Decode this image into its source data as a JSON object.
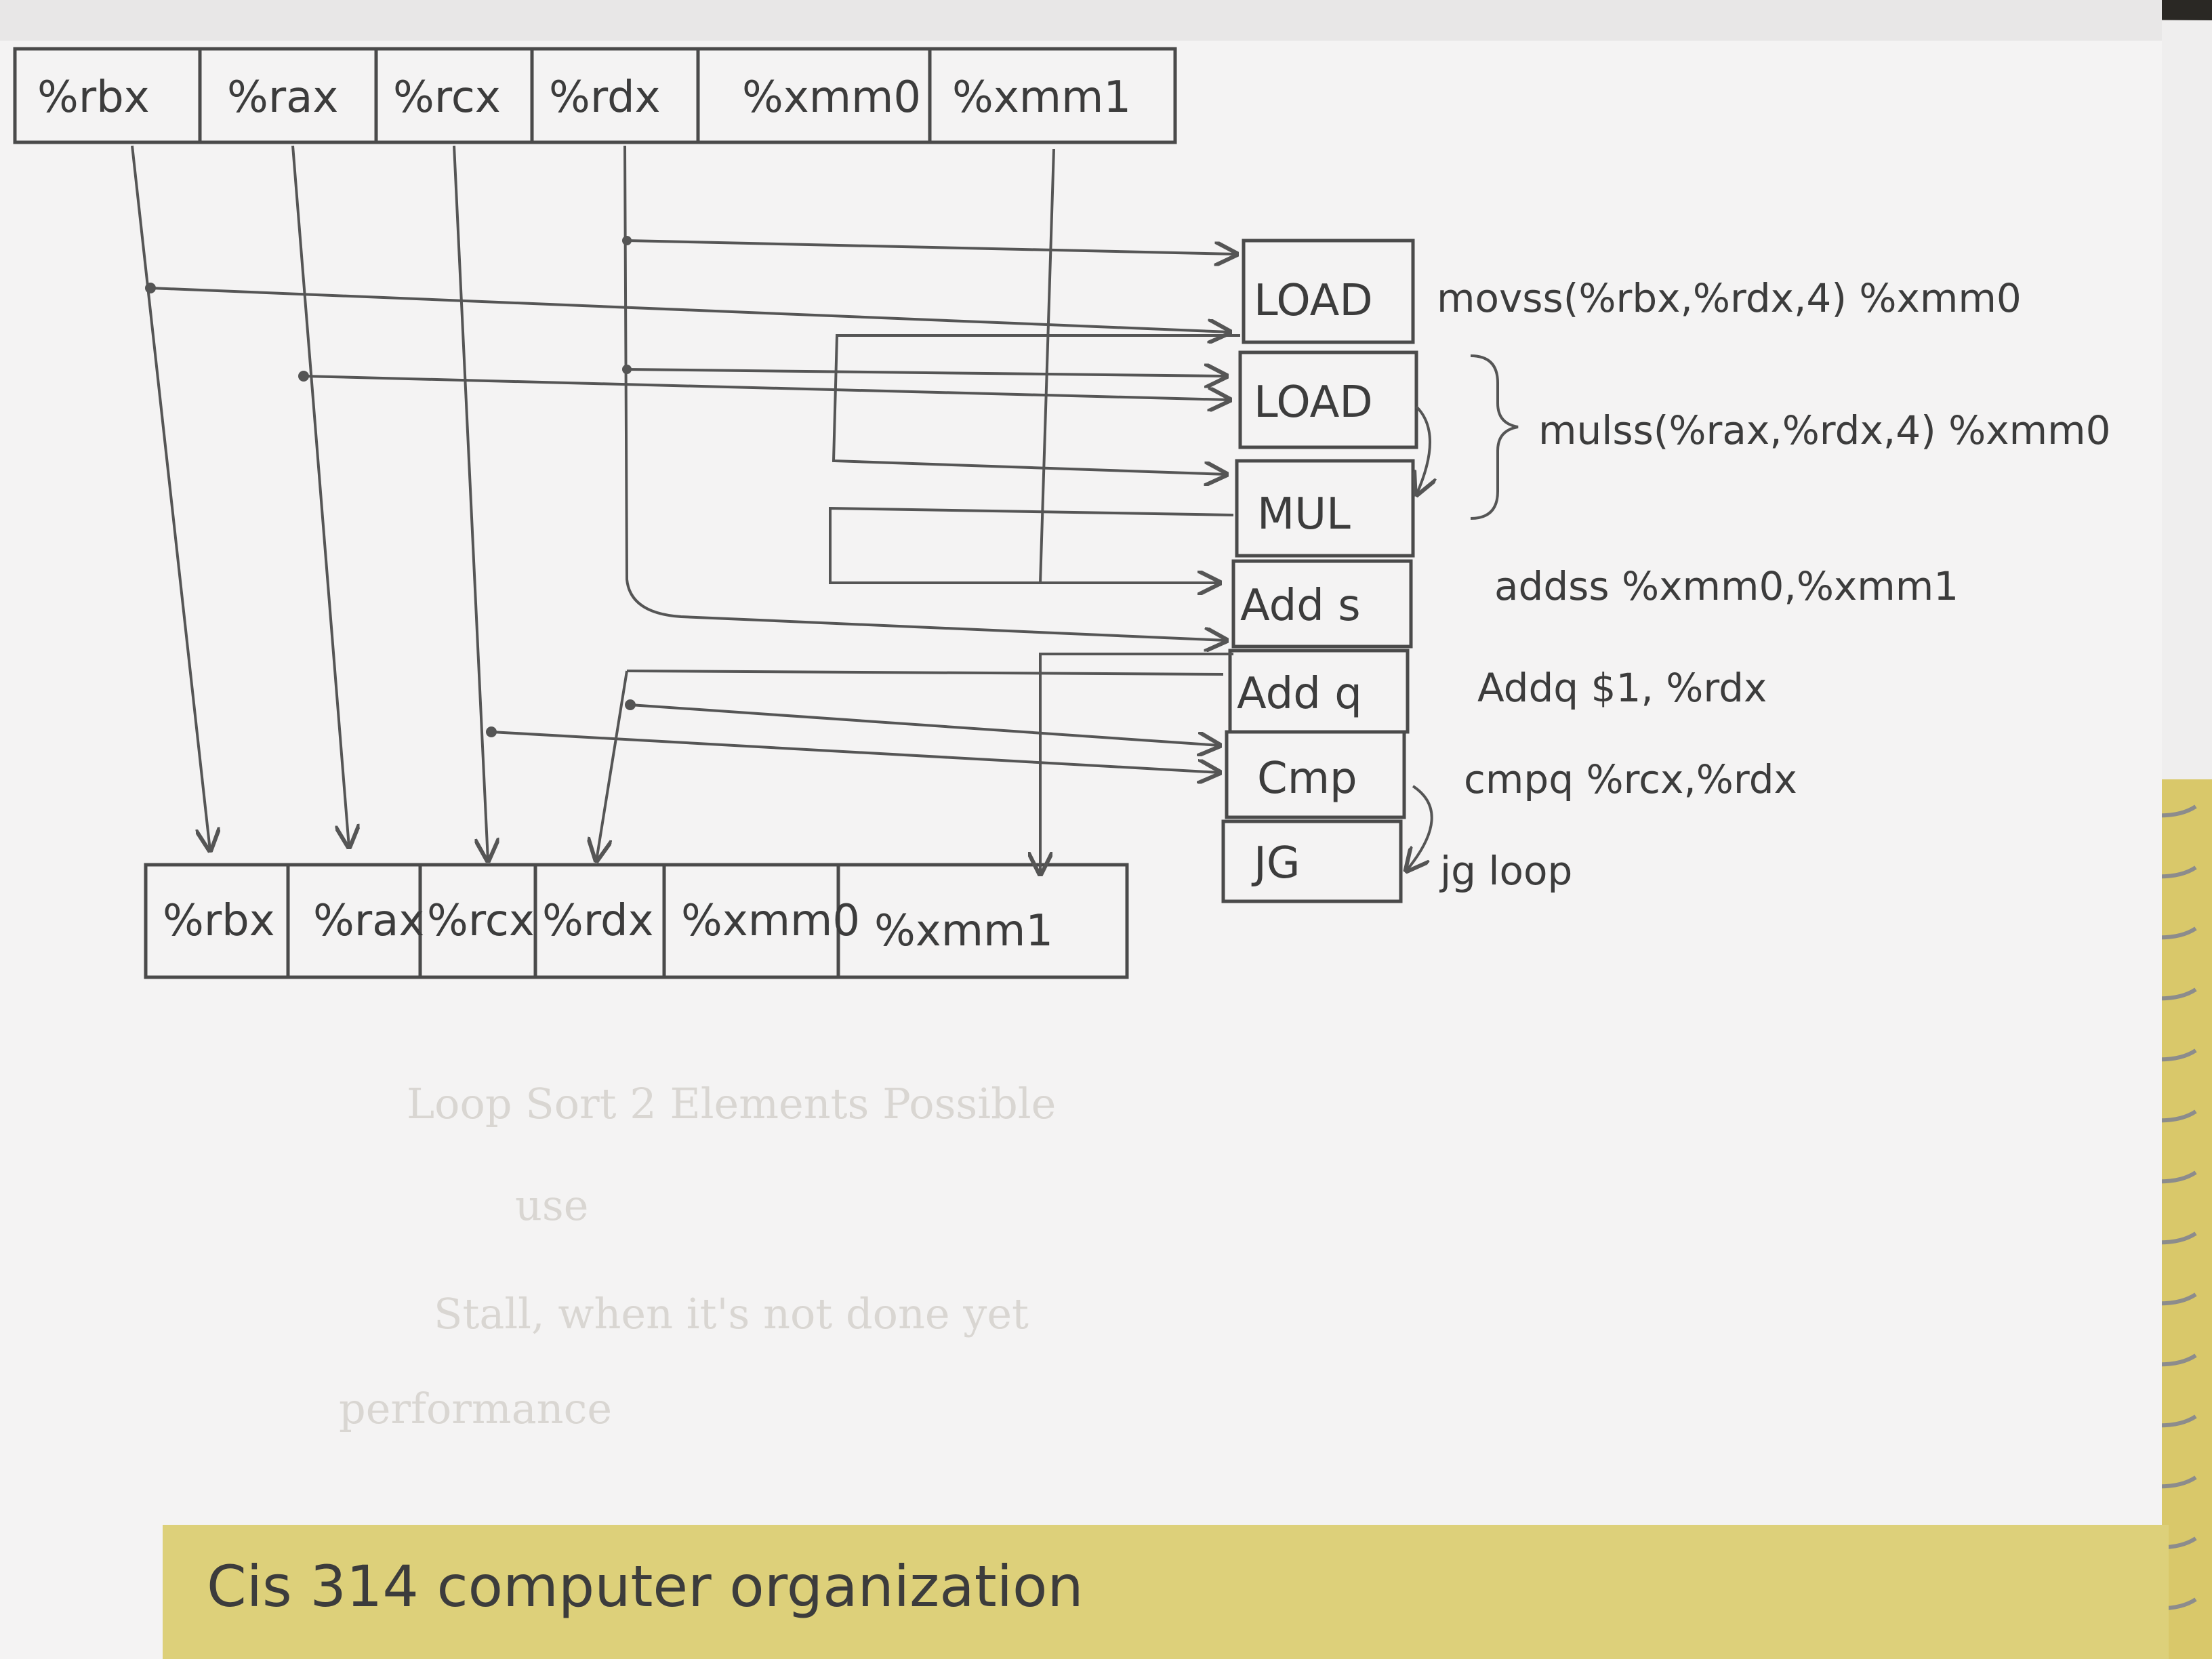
{
  "source_registers": [
    "%rbx",
    "%rax",
    "%rcx",
    "%rdx",
    "%xmm0",
    "%xmm1"
  ],
  "dest_registers": [
    "%rbx",
    "%rax",
    "%rcx",
    "%rdx",
    "%xmm0",
    "%xmm1"
  ],
  "operations": [
    "LOAD",
    "LOAD",
    "MUL",
    "Add s",
    "Add q",
    "Cmp",
    "JG"
  ],
  "instructions": {
    "movss": "movss(%rbx,%rdx,4) %xmm0",
    "mulss": "mulss(%rax,%rdx,4) %xmm0",
    "addss": "addss %xmm0,%xmm1",
    "addq": "Addq $1, %rdx",
    "cmpq": "cmpq %rcx,%rdx",
    "jg": "jg loop"
  },
  "footer": "Cis 314 computer organization"
}
